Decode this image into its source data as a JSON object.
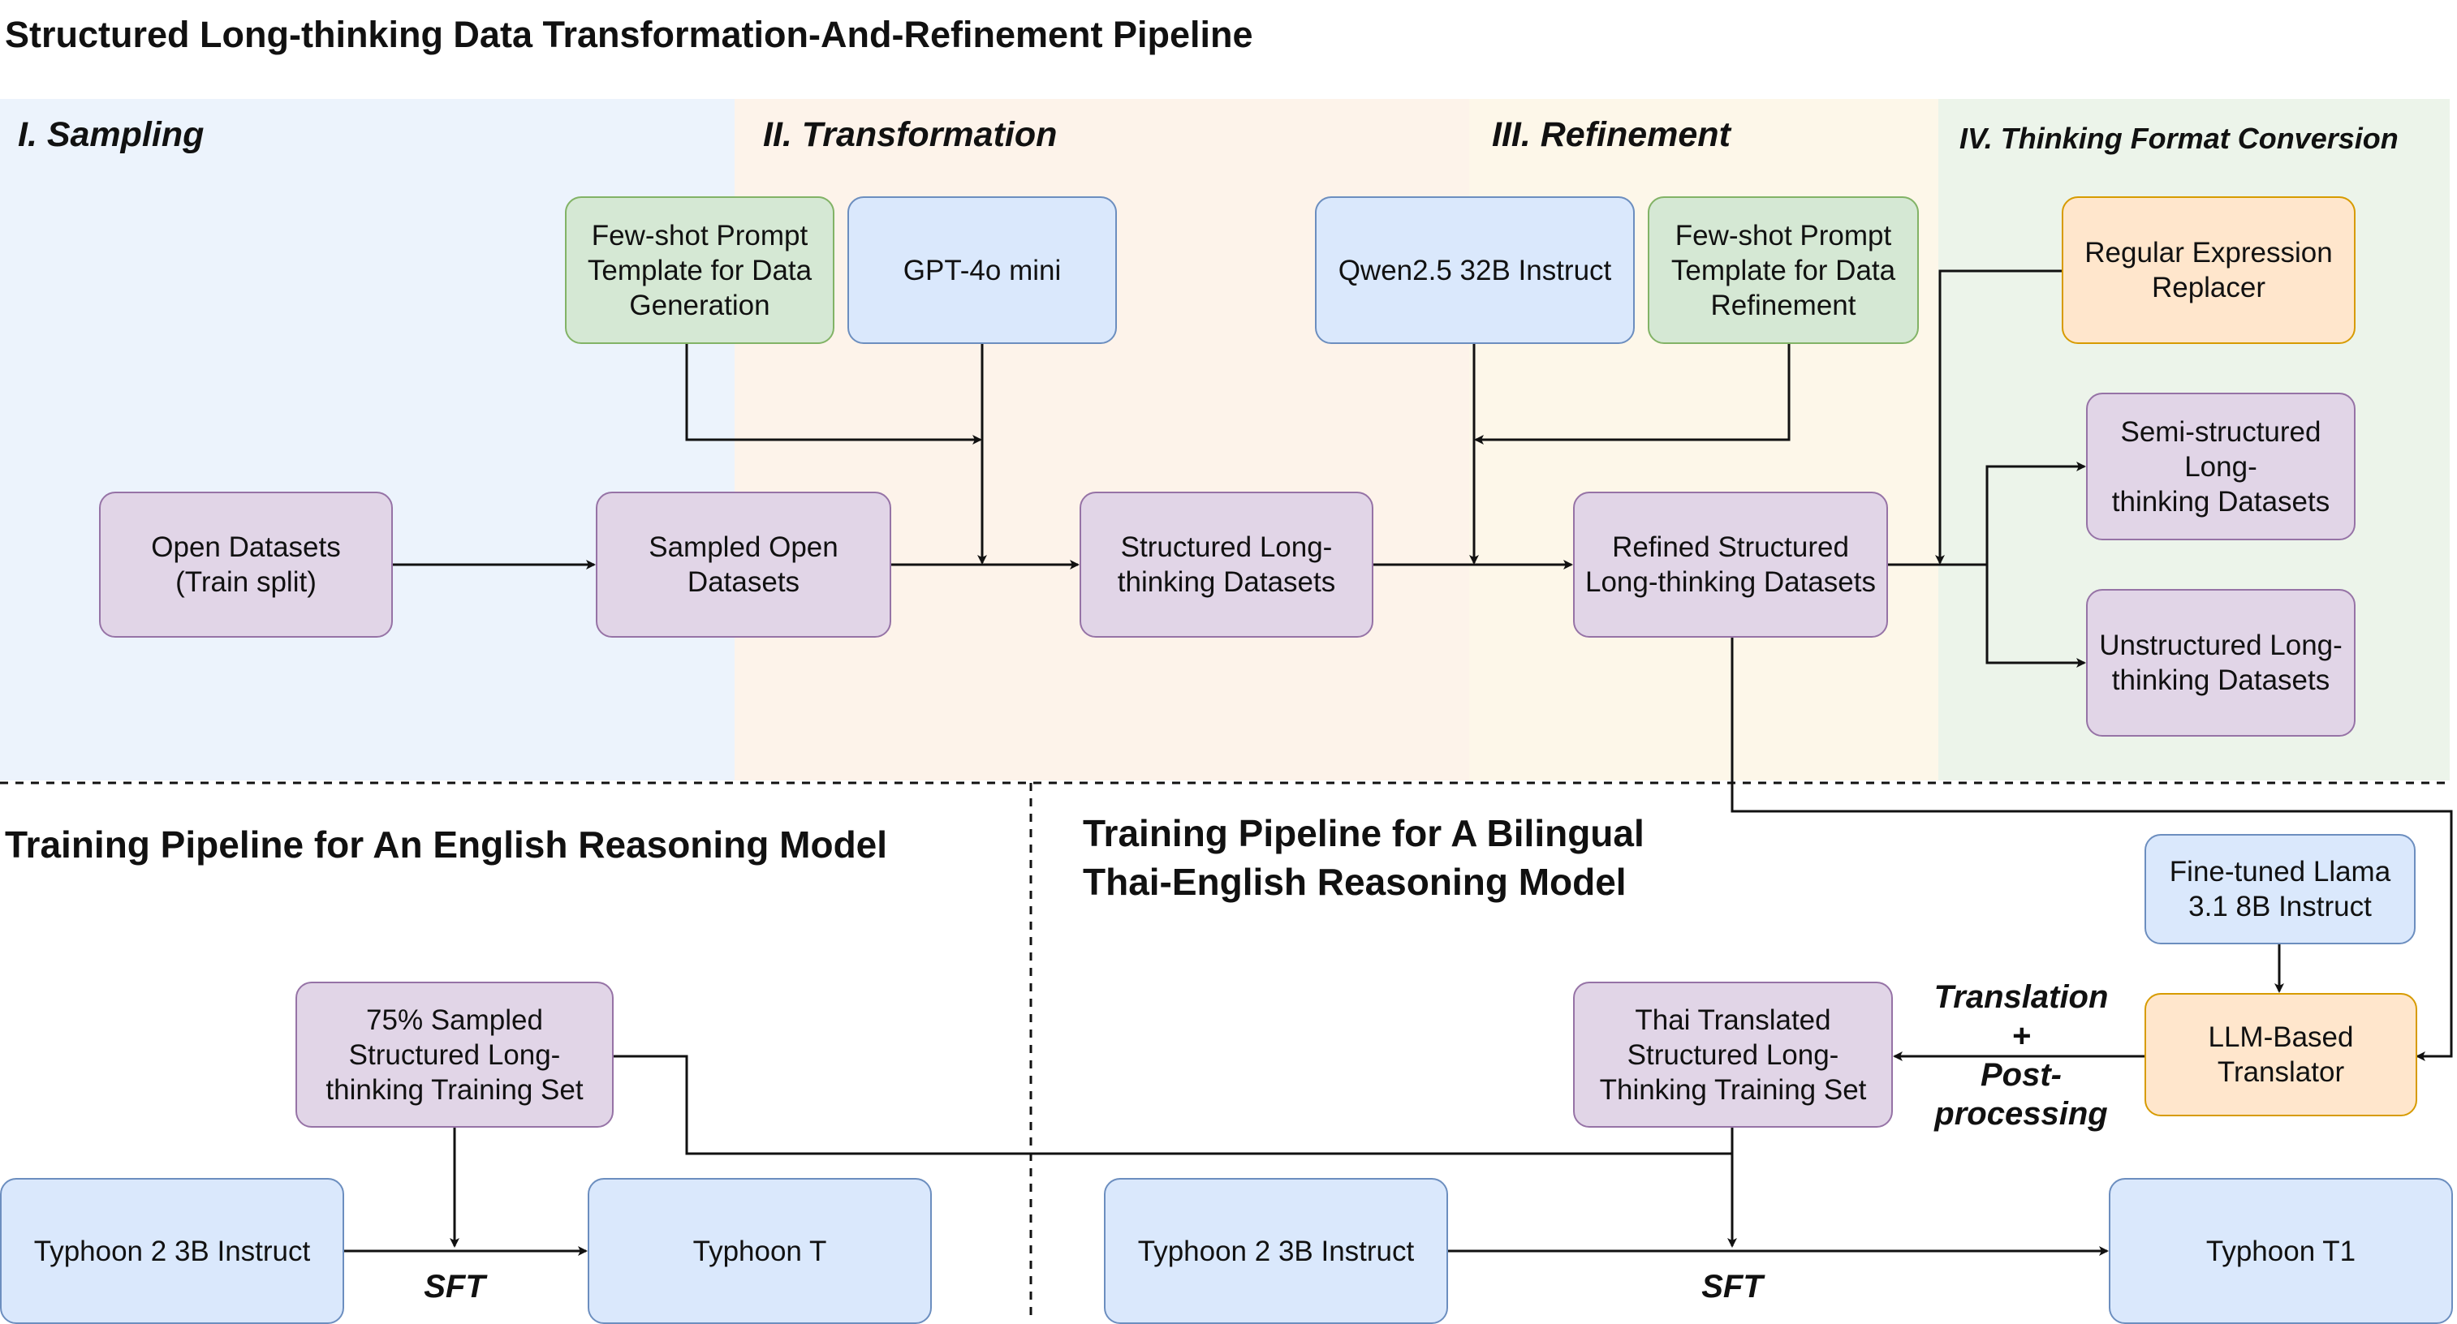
{
  "title": "Structured Long-thinking Data Transformation-And-Refinement Pipeline",
  "stages": {
    "sampling": "I. Sampling",
    "transformation": "II. Transformation",
    "refinement": "III. Refinement",
    "conversion": "IV. Thinking Format Conversion"
  },
  "sections": {
    "english": "Training Pipeline for An English Reasoning Model",
    "bilingual": "Training Pipeline for A Bilingual\nThai-English Reasoning Model"
  },
  "nodes": {
    "open_datasets": "Open Datasets\n(Train split)",
    "sampled_open_datasets": "Sampled Open\nDatasets",
    "fewshot_generation": "Few-shot Prompt\nTemplate for Data\nGeneration",
    "gpt4o_mini": "GPT-4o mini",
    "structured_datasets": "Structured Long-\nthinking Datasets",
    "qwen": "Qwen2.5 32B Instruct",
    "fewshot_refinement": "Few-shot Prompt\nTemplate for Data\nRefinement",
    "refined_datasets": "Refined Structured\nLong-thinking Datasets",
    "regex_replacer": "Regular Expression\nReplacer",
    "semi_structured": "Semi-structured\nLong-\nthinking Datasets",
    "unstructured": "Unstructured Long-\nthinking Datasets",
    "finetuned_llama": "Fine-tuned Llama\n3.1 8B Instruct",
    "llm_translator": "LLM-Based\nTranslator",
    "thai_translated": "Thai Translated\nStructured Long-\nThinking Training Set",
    "sampled_75": "75% Sampled\nStructured Long-\nthinking Training Set",
    "typhoon_base_en": "Typhoon 2 3B Instruct",
    "typhoon_t": "Typhoon T",
    "typhoon_base_th": "Typhoon 2 3B Instruct",
    "typhoon_t1": "Typhoon T1"
  },
  "edge_labels": {
    "translation": "Translation\n+\nPost-\nprocessing",
    "sft_en": "SFT",
    "sft_th": "SFT"
  },
  "colors": {
    "sampling_bg": "#ecf3fc",
    "transformation_bg": "#fdf3ea",
    "refinement_bg": "#fdf7e9",
    "conversion_bg": "#ecf4ea",
    "purple_fill": "#e1d5e7",
    "purple_stroke": "#9673a6",
    "green_fill": "#d5e8d4",
    "green_stroke": "#82b366",
    "blue_fill": "#dae8fc",
    "blue_stroke": "#6c8ebf",
    "orange_fill": "#ffe6cc",
    "orange_stroke": "#d79b00"
  }
}
